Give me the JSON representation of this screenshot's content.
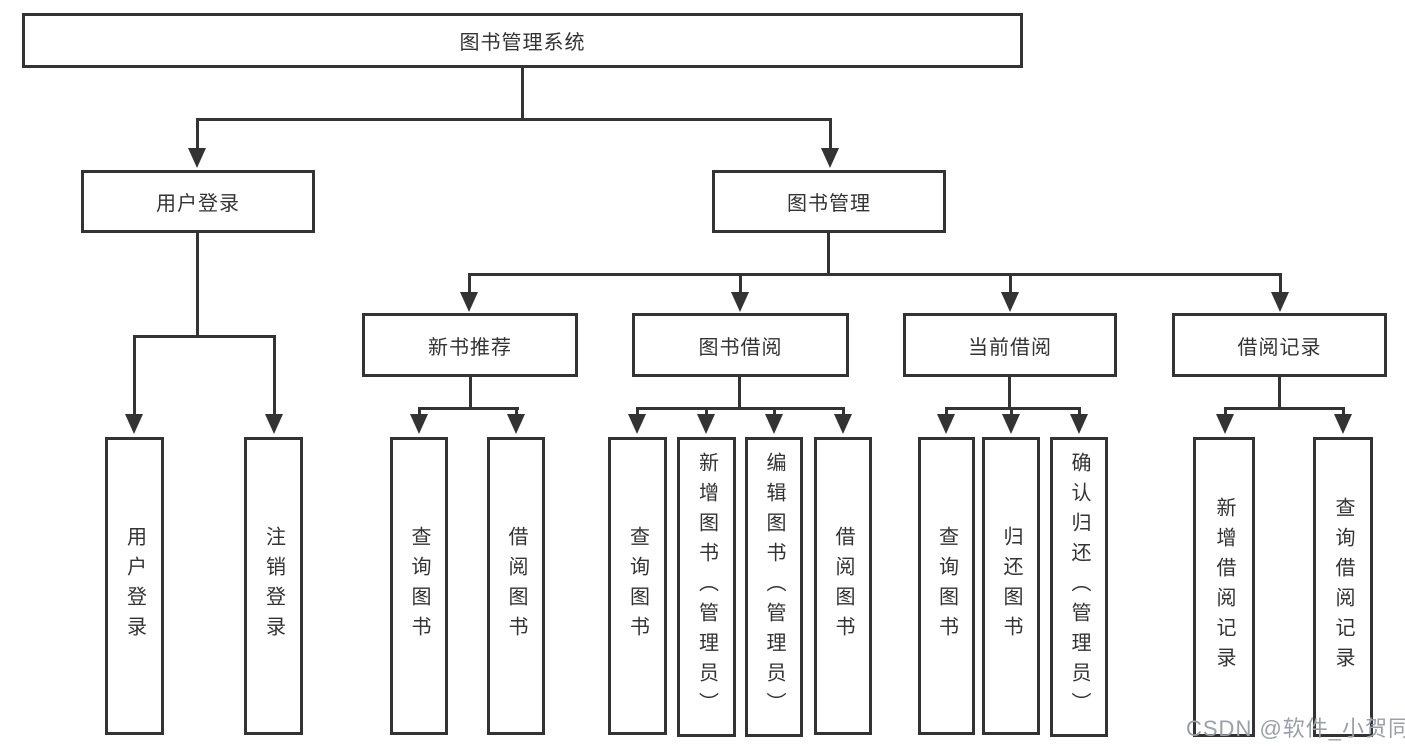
{
  "nodes": {
    "root": "图书管理系统",
    "user_login": "用户登录",
    "book_mgmt": "图书管理",
    "new_book": "新书推荐",
    "book_borrow": "图书借阅",
    "current_borrow": "当前借阅",
    "borrow_records": "借阅记录",
    "leaf_user_login": "用户登录",
    "leaf_logout": "注销登录",
    "leaf_nb_query": "查询图书",
    "leaf_nb_borrow": "借阅图书",
    "leaf_bb_query": "查询图书",
    "leaf_bb_add": "新增图书（管理员）",
    "leaf_bb_edit": "编辑图书（管理员）",
    "leaf_bb_borrow": "借阅图书",
    "leaf_cb_query": "查询图书",
    "leaf_cb_return": "归还图书",
    "leaf_cb_confirm": "确认归还（管理员）",
    "leaf_br_add": "新增借阅记录",
    "leaf_br_query": "查询借阅记录"
  },
  "watermark": "CSDN @软件_小贺同学",
  "colors": {
    "line": "#333333",
    "text": "#333333",
    "watermark": "#9aa0a9",
    "background": "#ffffff"
  }
}
